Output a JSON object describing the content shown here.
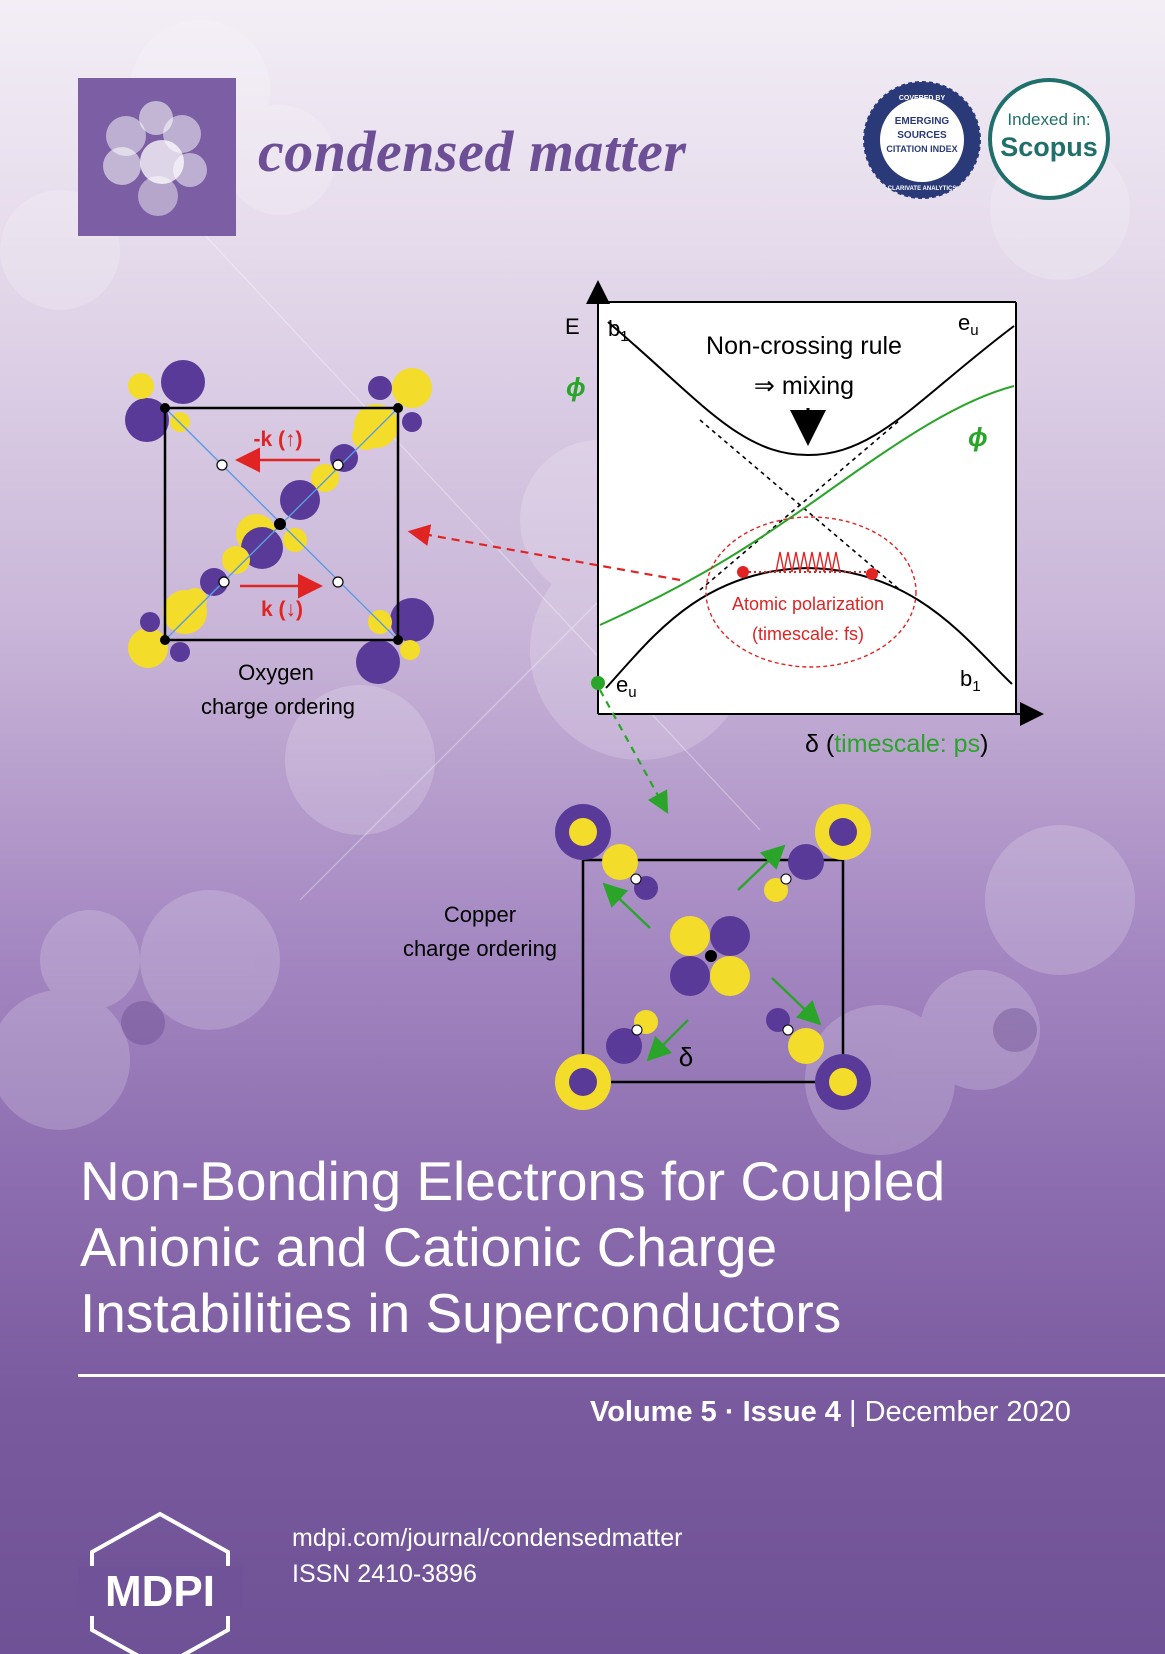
{
  "journal": {
    "name": "condensed matter",
    "brand_color": "#7b5ea3"
  },
  "badges": {
    "esci": {
      "top": "COVERED BY",
      "lines": [
        "EMERGING",
        "SOURCES",
        "CITATION INDEX"
      ],
      "bottom": "CLARIVATE ANALYTICS"
    },
    "scopus": {
      "line1": "Indexed in:",
      "line2": "Scopus",
      "color": "#1f6f6a"
    }
  },
  "figure": {
    "axis_y": "E",
    "phi_label": "ϕ",
    "band_b1_top": "b",
    "band_b1_top_sub": "1",
    "band_eu_top": "e",
    "band_eu_top_sub": "u",
    "band_eu_bottom": "e",
    "band_eu_bottom_sub": "u",
    "band_b1_bottom": "b",
    "band_b1_bottom_sub": "1",
    "rule_line1": "Non-crossing rule",
    "rule_line2": "⇒ mixing",
    "polarization_line1": "Atomic polarization",
    "polarization_line2": "(timescale: fs)",
    "axis_x_symbol": "δ (",
    "axis_x_green": "timescale: ps",
    "axis_x_close": ")",
    "oxygen_k_up": "-k (↑)",
    "oxygen_k_down": "k (↓)",
    "oxygen_line1": "Oxygen",
    "oxygen_line2": "charge ordering",
    "copper_line1": "Copper",
    "copper_line2": "charge ordering",
    "delta": "δ",
    "colors": {
      "orbital_purple": "#5a3a98",
      "orbital_yellow": "#f3dc2a",
      "green": "#2aa52a",
      "red": "#e02424"
    }
  },
  "article": {
    "title_lines": [
      "Non-Bonding Electrons for Coupled",
      "Anionic and Cationic Charge",
      "Instabilities in Superconductors"
    ]
  },
  "issue": {
    "volume": "Volume 5",
    "sep": "·",
    "issue": "Issue 4",
    "bar": "|",
    "date": "December 2020"
  },
  "publisher": {
    "logo_text": "MDPI",
    "url": "mdpi.com/journal/condensedmatter",
    "issn": "ISSN 2410-3896"
  }
}
